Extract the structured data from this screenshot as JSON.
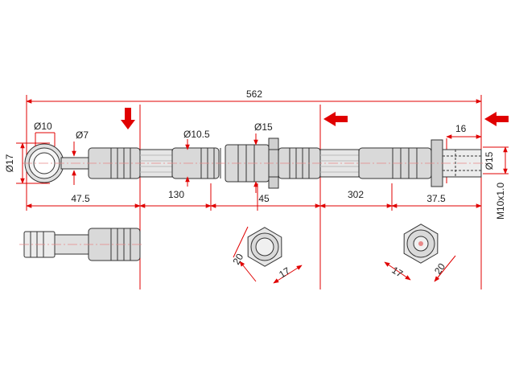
{
  "colors": {
    "line": "#333333",
    "dim": "#e00000",
    "arrow": "#e00000",
    "metal": "#d9d9d9",
    "hose": "#e6e6e6",
    "center": "#e88888"
  },
  "dims": {
    "total_length": "562",
    "eye_outer": "Ø17",
    "eye_bore": "Ø10",
    "bolt_hole": "Ø7",
    "mid_fitting": "Ø10.5",
    "mid_hex": "Ø15",
    "end_hex": "Ø15",
    "end_thread_length": "16",
    "seg_1": "47.5",
    "seg_2": "130",
    "seg_3": "45",
    "seg_4": "302",
    "seg_5": "37.5",
    "thread": "M10x1.0",
    "view1_across_corners": "20",
    "view1_across_flats": "17",
    "view2_across_flats": "17",
    "view2_across_corners": "20"
  }
}
